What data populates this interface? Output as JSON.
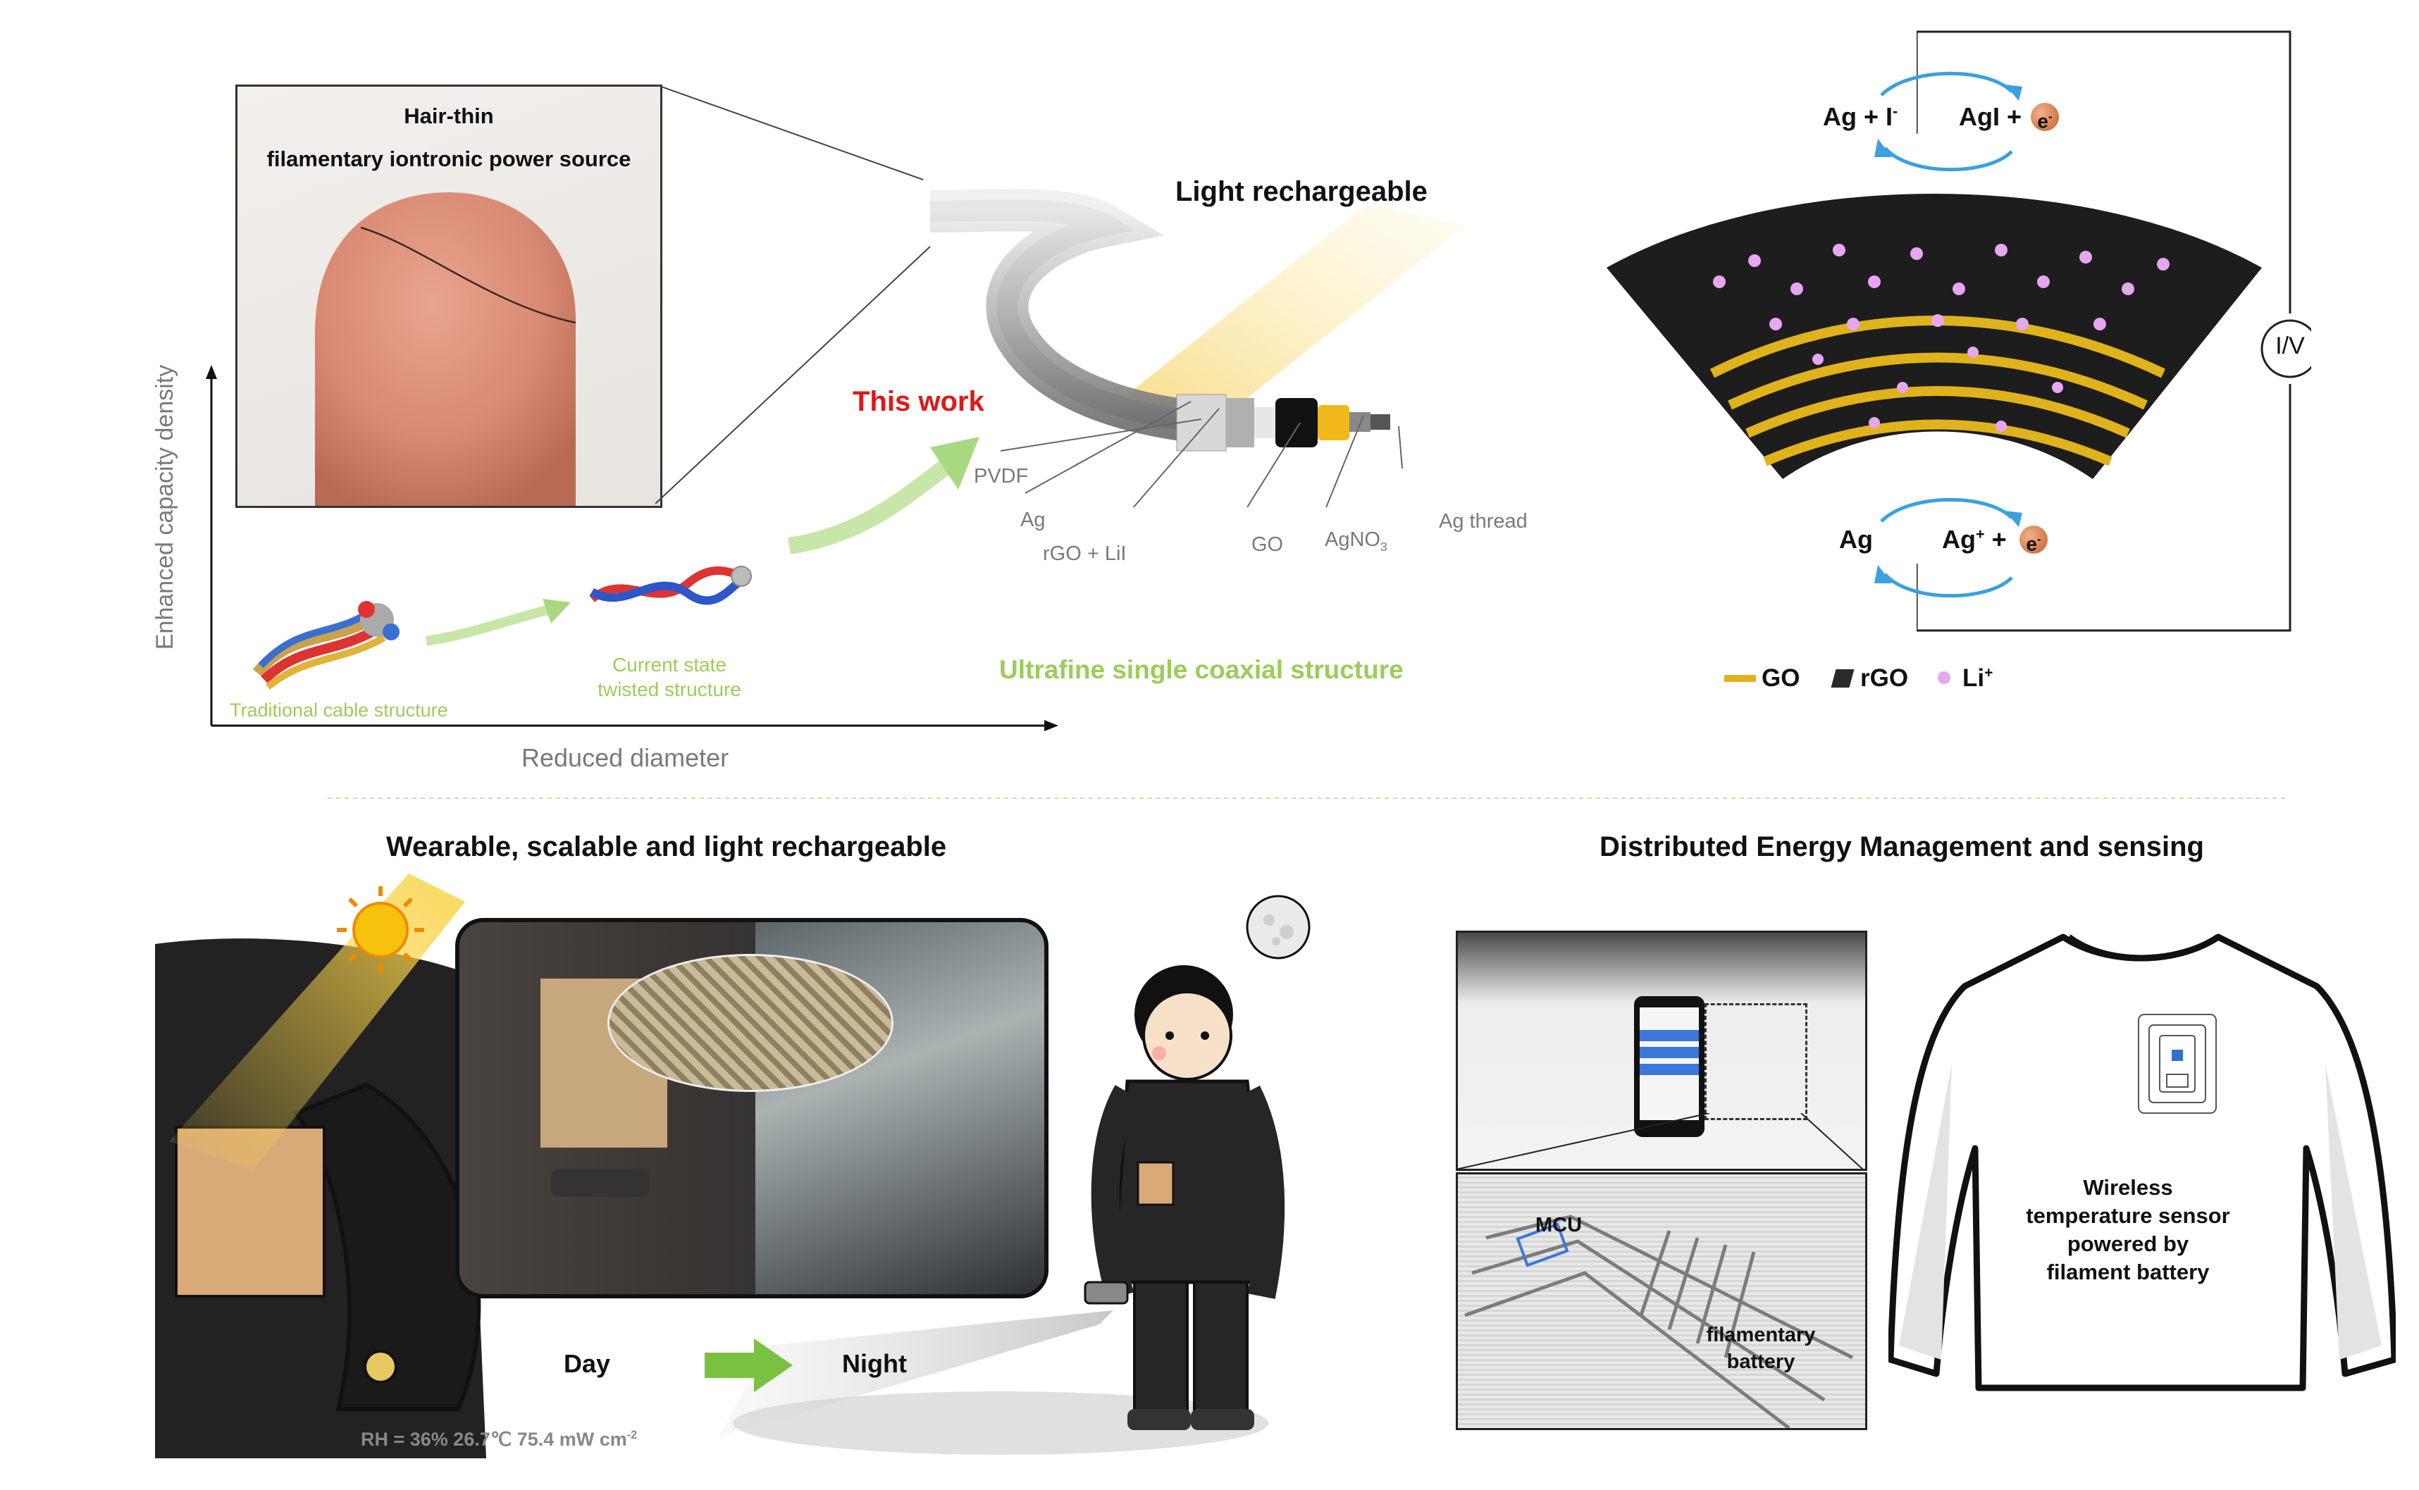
{
  "top_left": {
    "inset_title_line1": "Hair-thin",
    "inset_title_line2": "filamentary iontronic power source",
    "y_axis_label": "Enhanced capacity density",
    "x_axis_label": "Reduced diameter",
    "stage1_label": "Traditional cable structure",
    "stage2_label_line1": "Current state",
    "stage2_label_line2": "twisted structure",
    "this_work": "This work",
    "light_label": "Light rechargeable",
    "layers": {
      "pvdf": "PVDF",
      "ag": "Ag",
      "rgo_lii": "rGO + LiI",
      "go": "GO",
      "agno3_main": "AgNO",
      "agno3_sub": "3",
      "ag_thread": "Ag thread"
    },
    "structure_caption": "Ultrafine single coaxial structure"
  },
  "top_right": {
    "top_reaction_left": "Ag + I",
    "top_reaction_left_sup": "-",
    "top_reaction_right": "AgI +",
    "bottom_reaction_left": "Ag",
    "bottom_reaction_right": "Ag",
    "bottom_reaction_right_sup": "+",
    "bottom_reaction_plus": "+",
    "electron": "e",
    "electron_sup": "-",
    "meter_label": "I/V",
    "legend": {
      "go": "GO",
      "rgo": "rGO",
      "li_main": "Li",
      "li_sup": "+"
    },
    "colors": {
      "go": "#e0b21c",
      "rgo": "#2a2a2a",
      "li": "#e6a6f0",
      "arrow": "#3aa0e0"
    }
  },
  "bottom_left": {
    "title": "Wearable, scalable and light rechargeable",
    "day": "Day",
    "night": "Night",
    "conditions": "RH = 36% 26.7℃ 75.4 mW cm",
    "conditions_sup": "-2"
  },
  "bottom_right": {
    "title": "Distributed Energy Management and sensing",
    "mcu": "MCU",
    "battery_line1": "filamentary",
    "battery_line2": "battery",
    "sensor_line1": "Wireless",
    "sensor_line2": "temperature sensor",
    "sensor_line3": "powered by",
    "sensor_line4": "filament battery"
  }
}
